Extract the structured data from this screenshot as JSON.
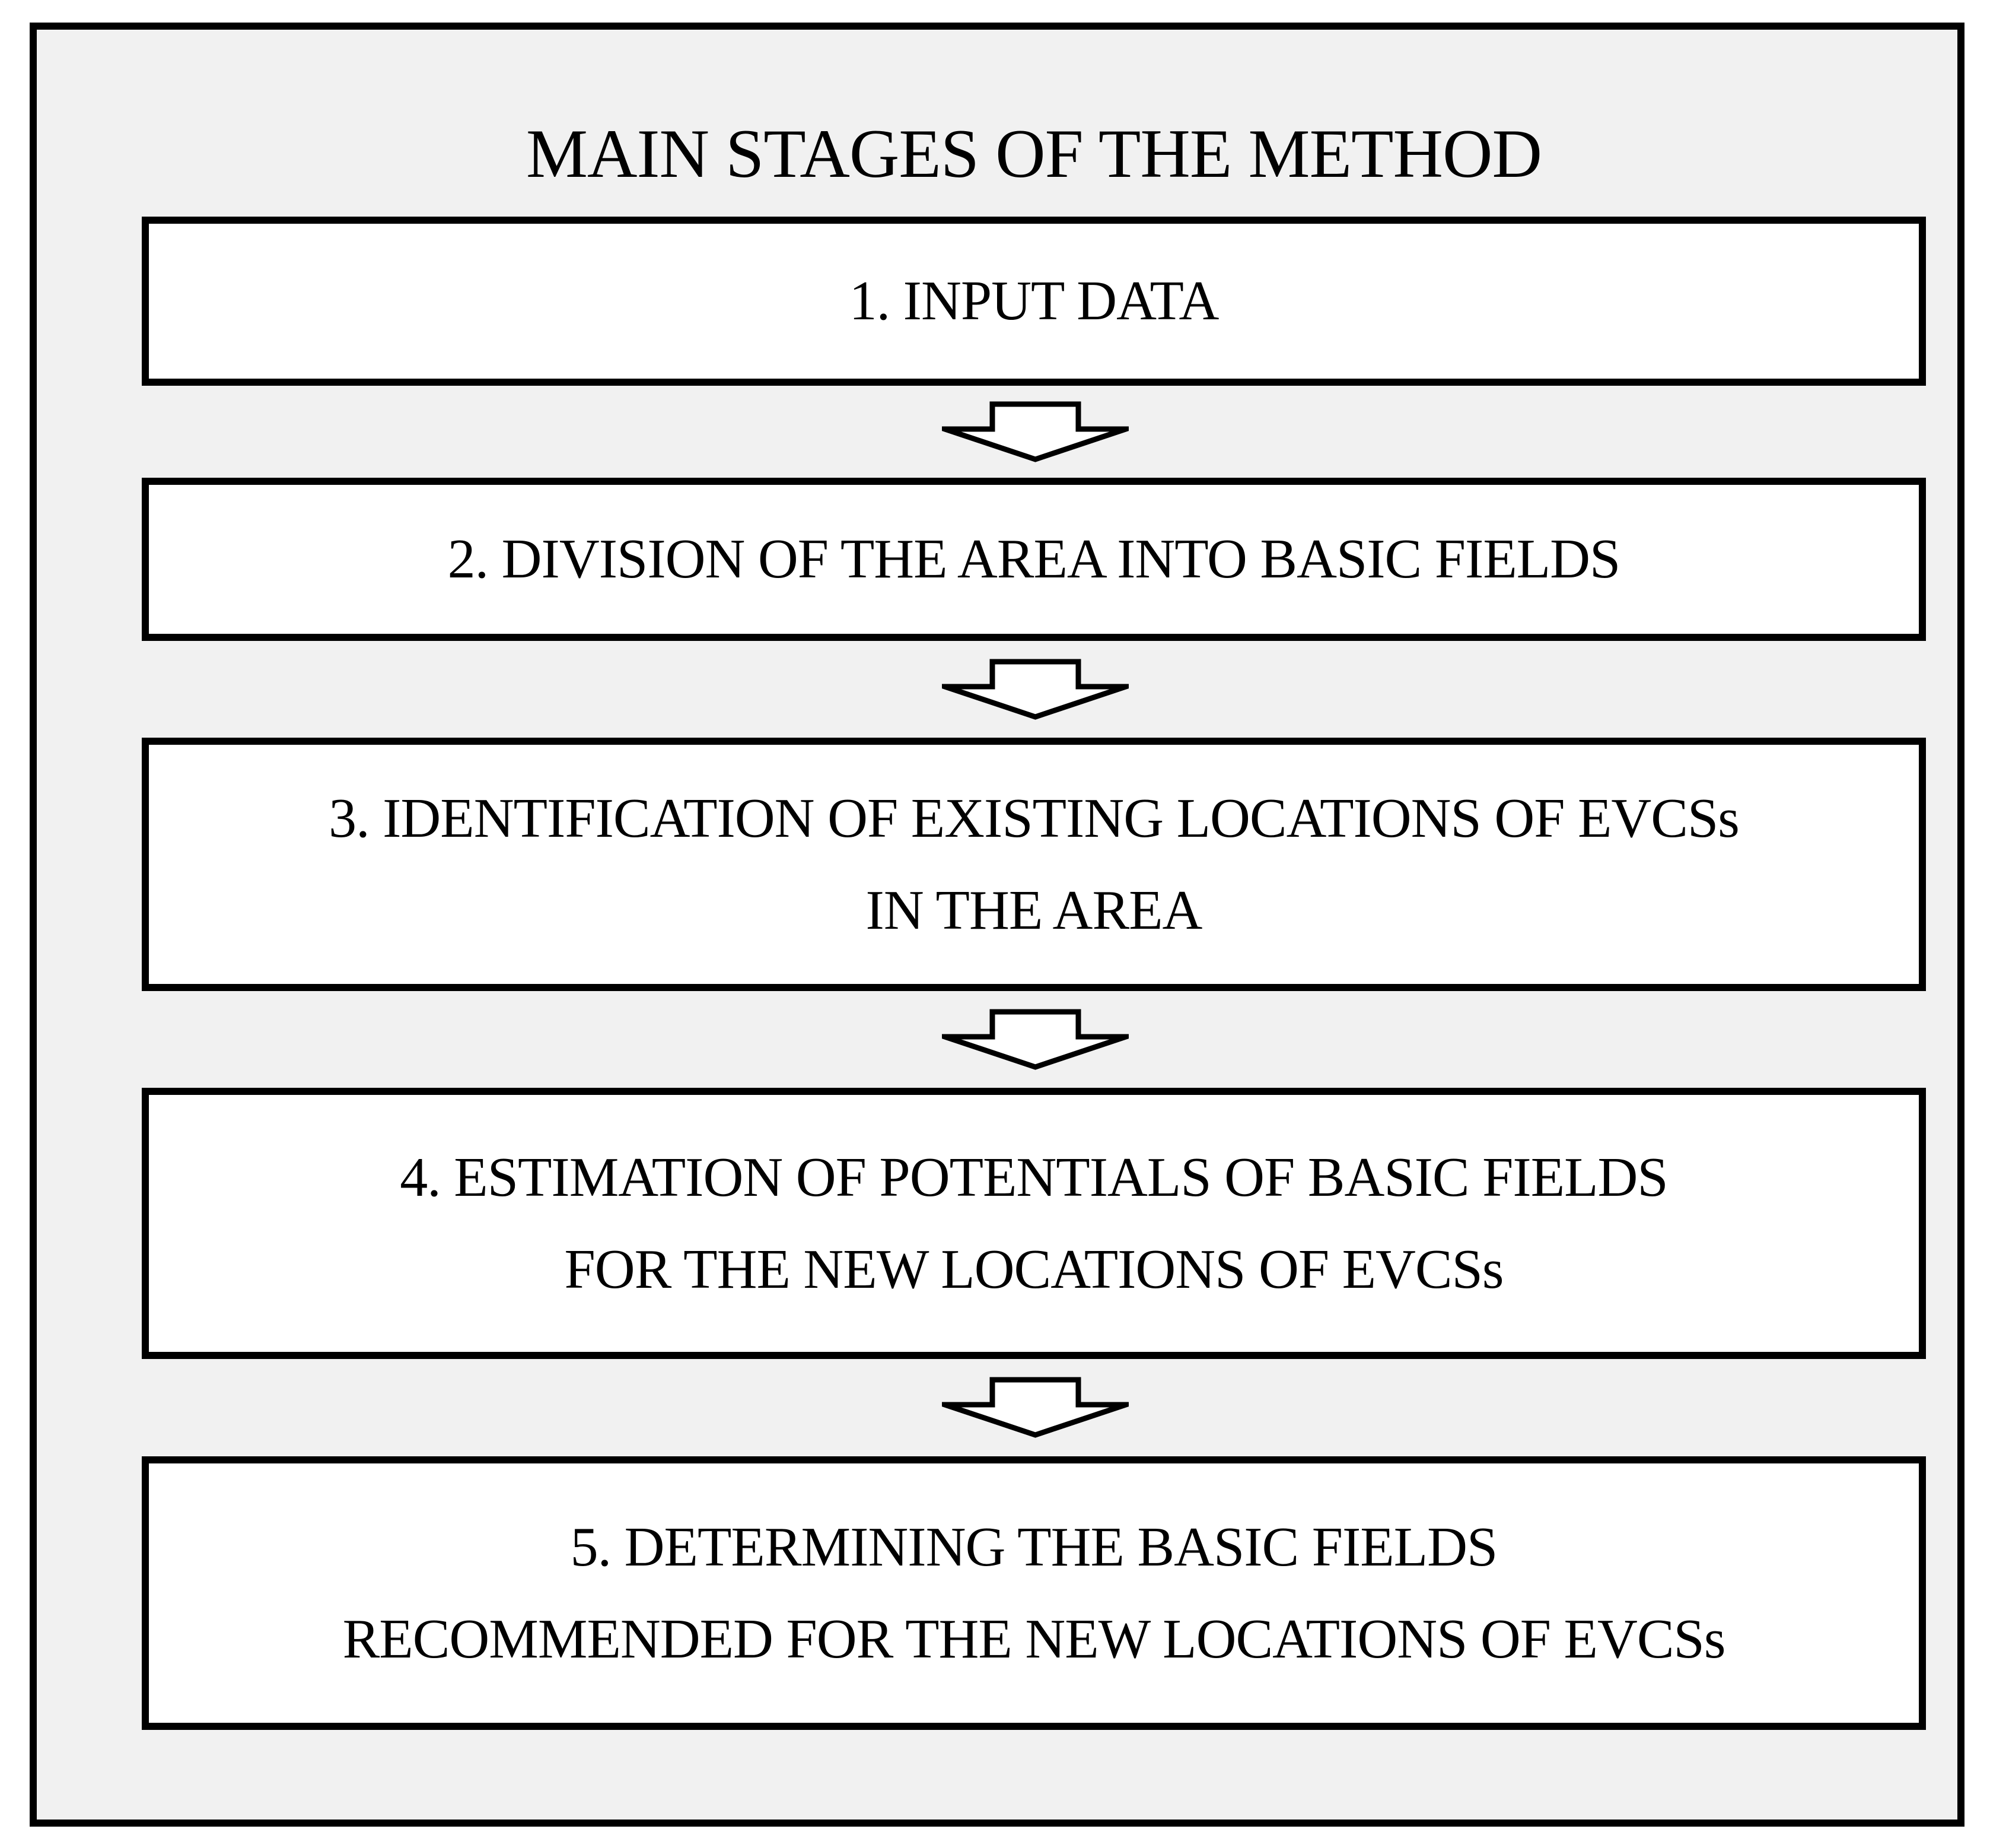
{
  "title": "MAIN STAGES OF THE METHOD",
  "stages": [
    {
      "id": 1,
      "lines": [
        "1. INPUT DATA"
      ]
    },
    {
      "id": 2,
      "lines": [
        "2. DIVISION OF THE AREA INTO BASIC FIELDS"
      ]
    },
    {
      "id": 3,
      "lines": [
        "3. IDENTIFICATION OF EXISTING LOCATIONS OF EVCSs",
        "IN THE AREA"
      ]
    },
    {
      "id": 4,
      "lines": [
        "4. ESTIMATION OF POTENTIALS OF BASIC FIELDS",
        "FOR THE NEW LOCATIONS OF EVCSs"
      ]
    },
    {
      "id": 5,
      "lines": [
        "5. DETERMINING THE BASIC FIELDS",
        "RECOMMENDED FOR THE NEW LOCATIONS OF EVCSs"
      ]
    }
  ],
  "icons": {
    "connector": "block-down-arrow"
  },
  "colors": {
    "page_background": "#ffffff",
    "panel_background": "#f1f1f1",
    "box_fill": "#ffffff",
    "outline": "#000000",
    "text": "#000000"
  }
}
